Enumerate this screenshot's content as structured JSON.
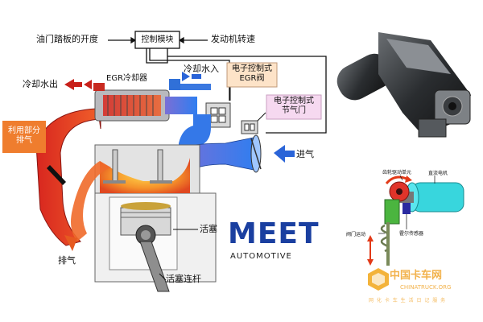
{
  "labels": {
    "throttle_opening": "油门踏板的开度",
    "control_module": "控制模块",
    "engine_speed": "发动机转速",
    "coolant_in": "冷却水入",
    "coolant_out": "冷却水出",
    "egr_cooler": "EGR冷却器",
    "egr_valve_line1": "电子控制式",
    "egr_valve_line2": "EGR阀",
    "throttle_valve_line1": "电子控制式",
    "throttle_valve_line2": "节气门",
    "used_exhaust_line1": "利用部分",
    "used_exhaust_line2": "排气",
    "intake": "进气",
    "exhaust": "排气",
    "piston": "活塞",
    "connecting_rod": "活塞连杆",
    "gear_drive_unit": "齿轮驱动单元",
    "dc_motor": "直流电机",
    "valve_motion": "阀门运动",
    "hall_sensor": "霍尔传感器"
  },
  "logo": {
    "brand": "MEET",
    "sub": "AUTOMOTIVE"
  },
  "watermark": {
    "cn": "中国卡车网",
    "en": "CHINATRUCK.ORG",
    "slogan": "网 化 卡 车 生 活 日 记 服 务"
  },
  "colors": {
    "hot": "#d8261f",
    "cool": "#1e5fd0",
    "line": "#111111",
    "egr_box": "#fde3c8",
    "throttle_box": "#f6d9f0",
    "brand_blue": "#1a3fa0"
  }
}
